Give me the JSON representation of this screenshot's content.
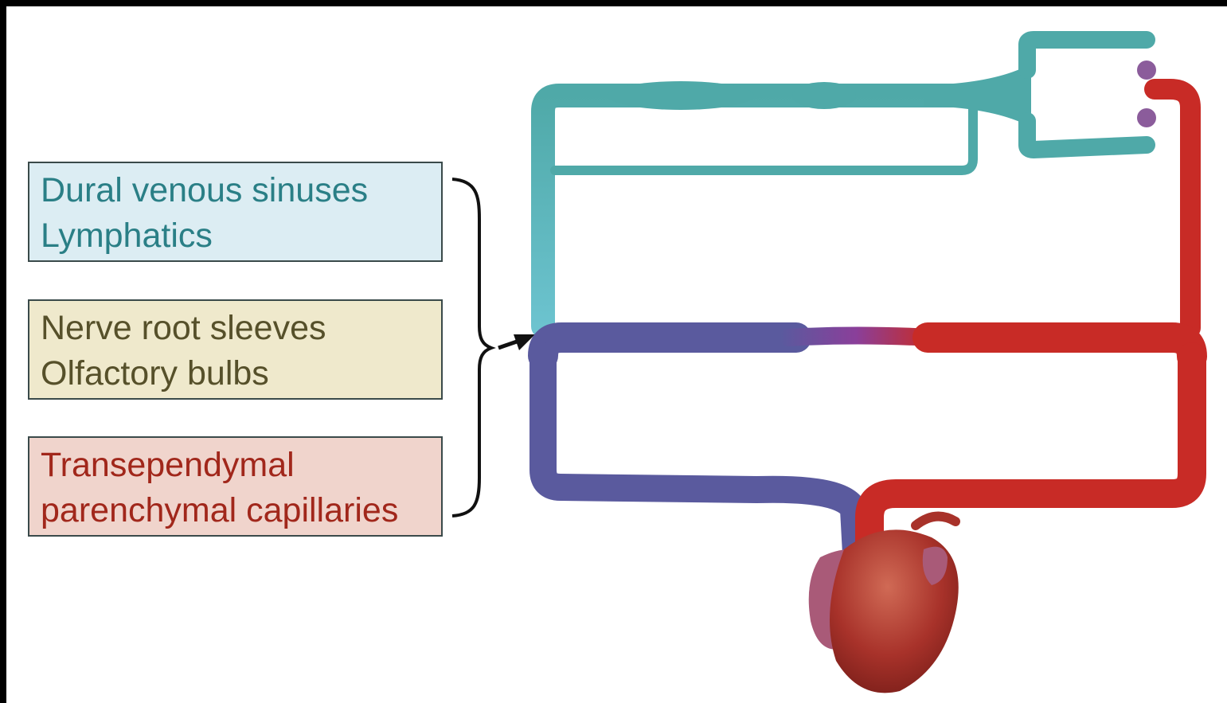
{
  "labels": [
    {
      "lines": [
        "Dural venous sinuses",
        "Lymphatics"
      ],
      "color": "#2a7f86",
      "fill": "#dcedf3"
    },
    {
      "lines": [
        "Nerve root sleeves",
        "Olfactory bulbs"
      ],
      "color": "#56502a",
      "fill": "#efe9cc"
    },
    {
      "lines": [
        "Transependymal",
        "parenchymal capillaries"
      ],
      "color": "#a1271b",
      "fill": "#f0d4cc"
    }
  ],
  "colors": {
    "csf": "#4fb3b3",
    "vein": "#5a5a9e",
    "artery": "#c82b26",
    "heart": "#a8322a",
    "heart_atrium": "#a95a78"
  }
}
